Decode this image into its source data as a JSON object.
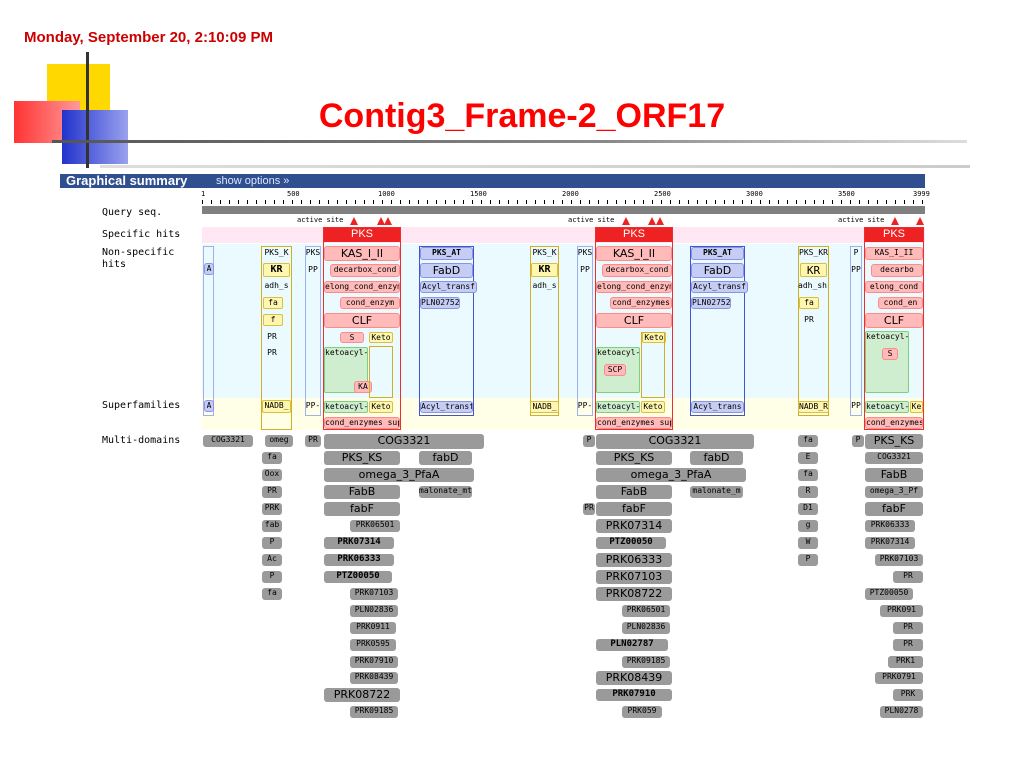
{
  "slide": {
    "date": "Monday, September 20, 2:10:09 PM",
    "title": "Contig3_Frame-2_ORF17"
  },
  "panel": {
    "header": "Graphical summary",
    "show_options": "show options »",
    "ruler_ticks": [
      "1",
      "500",
      "1000",
      "1500",
      "2000",
      "2500",
      "3000",
      "3500",
      "3999"
    ],
    "row_labels": {
      "query": "Query seq.",
      "specific": "Specific hits",
      "nonspecific": "Non-specific\nhits",
      "superfamilies": "Superfamilies",
      "multidomains": "Multi-domains"
    },
    "active_site": "active site"
  },
  "hits": {
    "col1": {
      "pks": "PKS",
      "nonspec": [
        "KAS_I_II",
        "decarbox_cond",
        "elong_cond_enzym",
        "cond_enzym",
        "CLF",
        "S",
        "Keto",
        "ketoacyl-",
        "KA"
      ],
      "super": [
        "ketoacyl-",
        "Keto",
        "cond_enzymes sup"
      ],
      "at_nonspec": [
        "PKS_AT",
        "FabD",
        "Acyl_transf",
        "PLN02752"
      ],
      "at_super": "Acyl_transf",
      "left_small": [
        "PKS_K",
        "KR",
        "adh_s",
        "fa",
        "f",
        "PR",
        "PR"
      ],
      "left_super": "NADB_",
      "pks_small": [
        "PKS",
        "PP"
      ],
      "pp_super": "PP-",
      "multi": [
        "COG3321",
        "PKS_KS",
        "fabD",
        "omega_3_PfaA",
        "FabB",
        "malonate_mt",
        "fabF",
        "PRK06501",
        "PRK07314",
        "PRK06333",
        "PTZ00050",
        "PRK07103",
        "PLN02836",
        "PRK0911",
        "PRK0595",
        "PRK07910",
        "PRK08439",
        "PRK08722",
        "PRK09185"
      ],
      "multi_left": [
        "COG3321",
        "omeg",
        "PR",
        "fa",
        "Oox",
        "PR",
        "PRK",
        "fab",
        "P",
        "Ac",
        "P",
        "fa"
      ]
    },
    "col2": {
      "pks": "PKS",
      "nonspec": [
        "KAS_I_II",
        "decarbox_cond",
        "elong_cond_enzym",
        "cond_enzymes",
        "CLF",
        "Keto",
        "ketoacyl-",
        "SCP"
      ],
      "super": [
        "ketoacyl-",
        "Keto",
        "cond_enzymes sup"
      ],
      "at_nonspec": [
        "PKS_AT",
        "FabD",
        "Acyl_transf",
        "PLN02752"
      ],
      "at_super": "Acyl_trans",
      "left_small": [
        "PKS_K",
        "KR",
        "adh_s"
      ],
      "left_super": "NADB_",
      "pks_small": [
        "PKS",
        "PP"
      ],
      "pp_super": "PP-",
      "multi": [
        "COG3321",
        "PKS_KS",
        "fabD",
        "omega_3_PfaA",
        "FabB",
        "malonate_m",
        "fabF",
        "PRK07314",
        "PTZ00050",
        "PRK06333",
        "PRK07103",
        "PRK08722",
        "PRK06501",
        "PLN02836",
        "PLN02787",
        "PRK09185",
        "PRK08439",
        "PRK07910",
        "PRK059"
      ],
      "multi_left": [
        "P",
        "PR"
      ]
    },
    "col3": {
      "pks": "PKS",
      "nonspec": [
        "KAS_I_II",
        "decarbo",
        "elong_cond",
        "cond_en",
        "CLF",
        "ketoacyl-",
        "S"
      ],
      "super": [
        "ketoacyl-",
        "Ke",
        "cond_enzymes"
      ],
      "left_small": [
        "PKS_KR",
        "KR",
        "adh_sh",
        "fa",
        "PR"
      ],
      "left_super": "NADB_R",
      "p_small": [
        "P",
        "PP"
      ],
      "pp_super": "PP",
      "multi": [
        "PKS_KS",
        "COG3321",
        "FabB",
        "omega_3_Pf",
        "fabF",
        "PRK06333",
        "PRK07314",
        "PRK07103",
        "PR",
        "PTZ00050",
        "PRK091",
        "PR",
        "PR",
        "PRK1",
        "PRK0791",
        "PRK",
        "PLN0278"
      ],
      "multi_left": [
        "fa",
        "E",
        "fa",
        "R",
        "D1",
        "g",
        "W",
        "P",
        "P"
      ]
    },
    "far_left": {
      "a1": "A",
      "a2": "A",
      "super": "A"
    }
  }
}
